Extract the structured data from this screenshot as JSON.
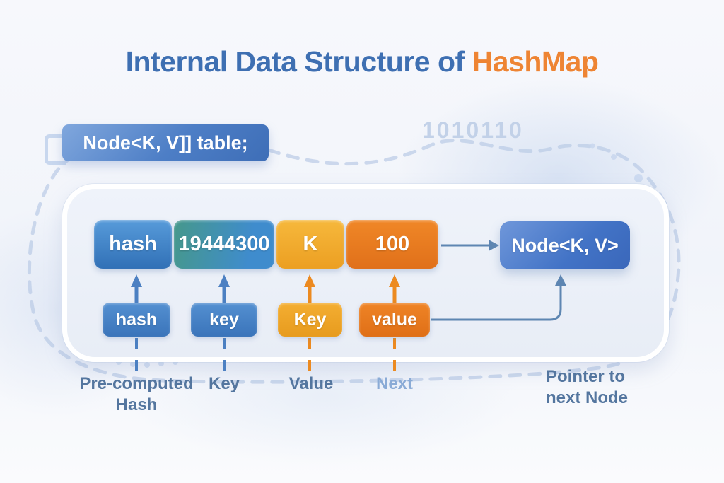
{
  "title": {
    "main": "Internal Data Structure of",
    "accent": "HashMap"
  },
  "declaration": {
    "label": "Node<K, V]] table;"
  },
  "binary_watermark": "1010110",
  "node_fields": [
    {
      "label": "hash",
      "color": "#3f7fc4"
    },
    {
      "label": "19444300",
      "color": "#419a8e"
    },
    {
      "label": "K",
      "color": "#f0a62c"
    },
    {
      "label": "100",
      "color": "#e8791f"
    }
  ],
  "next_node": {
    "label": "Node<K, V>"
  },
  "field_boxes": [
    {
      "label": "hash",
      "color": "#4480c4"
    },
    {
      "label": "key",
      "color": "#4480c4"
    },
    {
      "label": "Key",
      "color": "#eda22a"
    },
    {
      "label": "value",
      "color": "#e7771e"
    }
  ],
  "captions": [
    {
      "lines": [
        "Pre-computed",
        "Hash"
      ]
    },
    {
      "lines": [
        "Key"
      ]
    },
    {
      "lines": [
        "Value"
      ]
    },
    {
      "lines": [
        "Next"
      ]
    },
    {
      "lines": [
        "Pointer to",
        "next Node"
      ]
    }
  ],
  "colors": {
    "title_blue": "#3e6fb2",
    "title_orange": "#ee8433",
    "arrow_blue": "#4c80c2",
    "arrow_orange": "#ec8a20",
    "connector_steel": "#5e86b2",
    "caption_text": "#54769f",
    "caption_light": "#8aabd6",
    "panel_fill": "#ecf1f9",
    "watermark": "#c2d1e8"
  }
}
